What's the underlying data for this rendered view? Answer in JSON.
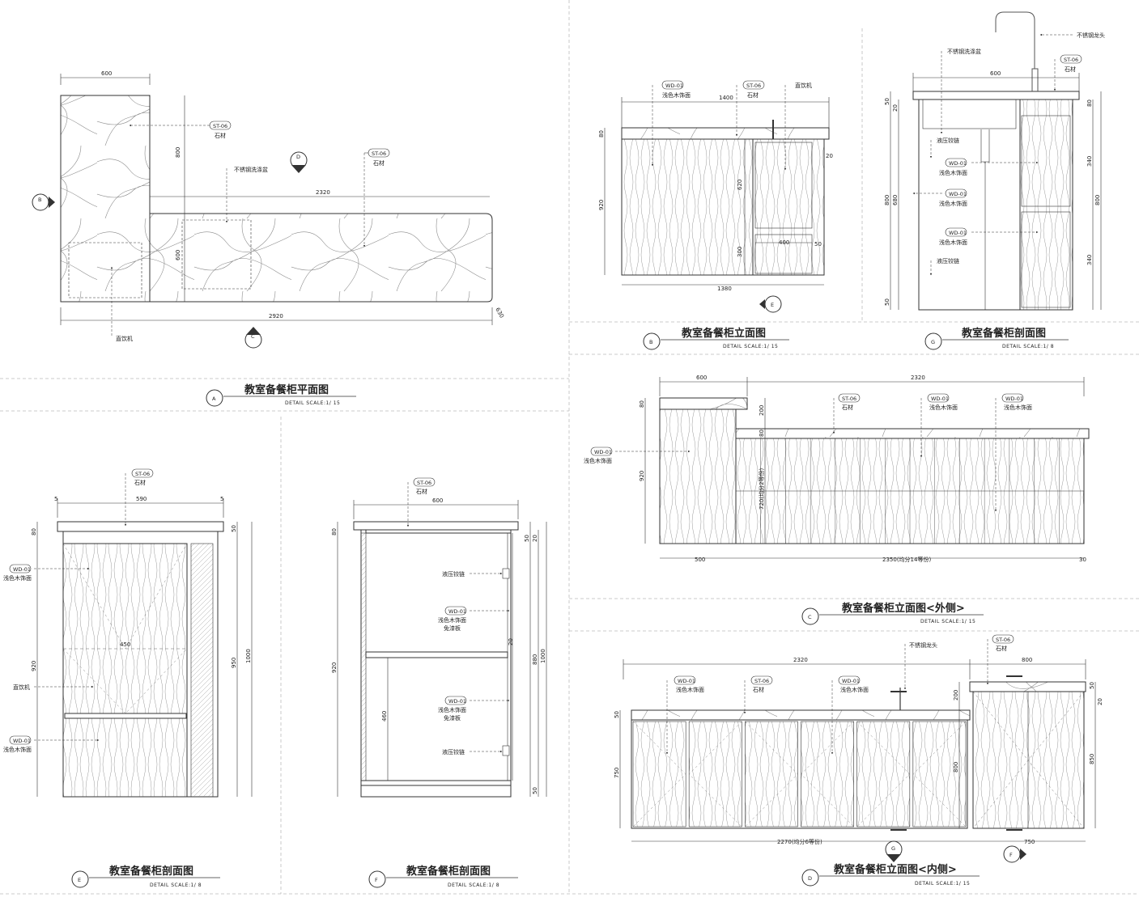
{
  "materials": {
    "stone_code": "ST-06",
    "stone_name": "石材",
    "wood_code": "WD-01",
    "wood_name": "浅色木饰面",
    "paint_free": "免漆板",
    "sink": "不锈钢洗涤盆",
    "faucet": "不锈钢龙头",
    "dispenser": "直饮机",
    "hinge": "液压铰链"
  },
  "views": {
    "A": {
      "letter": "A",
      "title": "教室备餐柜平面图",
      "scale": "DETAIL    SCALE:1/ 15"
    },
    "B": {
      "letter": "B",
      "title": "教室备餐柜立面图",
      "scale": "DETAIL    SCALE:1/ 15"
    },
    "G": {
      "letter": "G",
      "title": "教室备餐柜剖面图",
      "scale": "DETAIL    SCALE:1/  8"
    },
    "C": {
      "letter": "C",
      "title": "教室备餐柜立面图<外侧>",
      "scale": "DETAIL    SCALE:1/ 15"
    },
    "D": {
      "letter": "D",
      "title": "教室备餐柜立面图<内侧>",
      "scale": "DETAIL    SCALE:1/ 15"
    },
    "E": {
      "letter": "E",
      "title": "教室备餐柜剖面图",
      "scale": "DETAIL    SCALE:1/  8"
    },
    "F": {
      "letter": "F",
      "title": "教室备餐柜剖面图",
      "scale": "DETAIL    SCALE:1/  8"
    }
  },
  "marker_letters": {
    "B": "B",
    "C": "C",
    "D": "D",
    "E": "E",
    "F": "F",
    "G": "G"
  },
  "dims": {
    "A": {
      "w600": "600",
      "h800": "800",
      "w2320": "2320",
      "h600": "600",
      "w2920": "2920",
      "d630": "630"
    },
    "B": {
      "w1400": "1400",
      "h80": "80",
      "h920": "920",
      "h620": "620",
      "h300": "300",
      "w400": "400",
      "w1380": "1380",
      "d50": "50",
      "d20": "20"
    },
    "G": {
      "w600": "600",
      "h50": "50",
      "h20": "20",
      "h800": "800",
      "h680": "680",
      "h340a": "340",
      "h340b": "340",
      "h800r": "800",
      "h80": "80",
      "h50b": "50"
    },
    "C": {
      "w600": "600",
      "w2320": "2320",
      "h80": "80",
      "h920": "920",
      "h200": "200",
      "h80b": "80",
      "h720": "720(均分2等份)",
      "w500": "500",
      "w2350": "2350(均分14等份)",
      "w30": "30"
    },
    "D": {
      "w2320": "2320",
      "w800": "800",
      "h200": "200",
      "h50": "50",
      "h20": "20",
      "h750": "750",
      "h800": "800",
      "h850": "850",
      "w2270": "2270(均分6等份)",
      "w750": "750",
      "h50b": "50"
    },
    "E": {
      "w5a": "5",
      "w590": "590",
      "w5b": "5",
      "h80": "80",
      "h50": "50",
      "h920": "920",
      "h950": "950",
      "h1000": "1000",
      "w450": "450"
    },
    "F": {
      "w600": "600",
      "h80": "80",
      "h50": "50",
      "h920": "920",
      "h880": "880",
      "h1000": "1000",
      "h20": "20",
      "h460": "460",
      "h50b": "50"
    }
  }
}
